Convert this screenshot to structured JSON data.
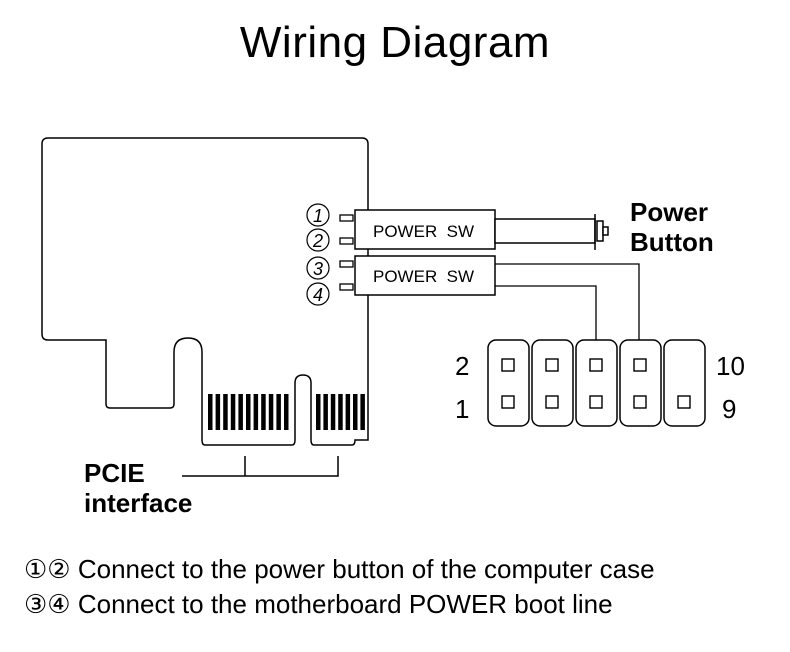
{
  "title": "Wiring Diagram",
  "switch_labels": [
    "POWER  SW",
    "POWER  SW"
  ],
  "pins": [
    "1",
    "2",
    "3",
    "4"
  ],
  "power_button_label": [
    "Power",
    "Button"
  ],
  "pcie_label": [
    "PCIE",
    "interface"
  ],
  "header_labels": {
    "top_left": "2",
    "bottom_left": "1",
    "top_right": "10",
    "bottom_right": "9"
  },
  "notes": [
    {
      "marks": "①②",
      "text": "Connect to the power button of the computer case"
    },
    {
      "marks": "③④",
      "text": "Connect to the motherboard POWER boot line"
    }
  ]
}
